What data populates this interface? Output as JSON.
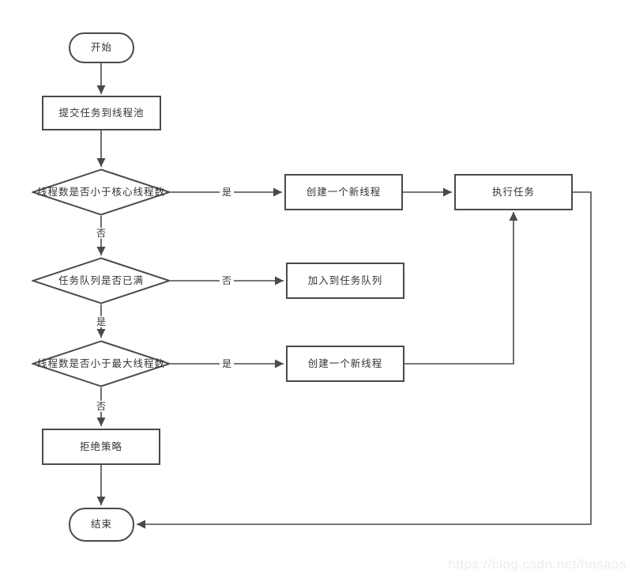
{
  "diagram": {
    "title_hint": "thread-pool task submission flowchart",
    "nodes": {
      "start": {
        "label": "开始"
      },
      "submit": {
        "label": "提交任务到线程池"
      },
      "core_check": {
        "label": "线程数是否小于核心线程数"
      },
      "create_thread_1": {
        "label": "创建一个新线程"
      },
      "execute": {
        "label": "执行任务"
      },
      "queue_check": {
        "label": "任务队列是否已满"
      },
      "enqueue": {
        "label": "加入到任务队列"
      },
      "max_check": {
        "label": "线程数是否小于最大线程数"
      },
      "create_thread_2": {
        "label": "创建一个新线程"
      },
      "reject": {
        "label": "拒绝策略"
      },
      "end": {
        "label": "结束"
      }
    },
    "edge_labels": {
      "core_yes": "是",
      "core_no": "否",
      "queue_no": "否",
      "queue_yes": "是",
      "max_yes": "是",
      "max_no": "否"
    },
    "colors": {
      "line": "#4a4a4a",
      "text": "#333333",
      "watermark": "#ececec",
      "background": "#ffffff"
    },
    "watermark": "https://blog.csdn.net/hosaos"
  }
}
